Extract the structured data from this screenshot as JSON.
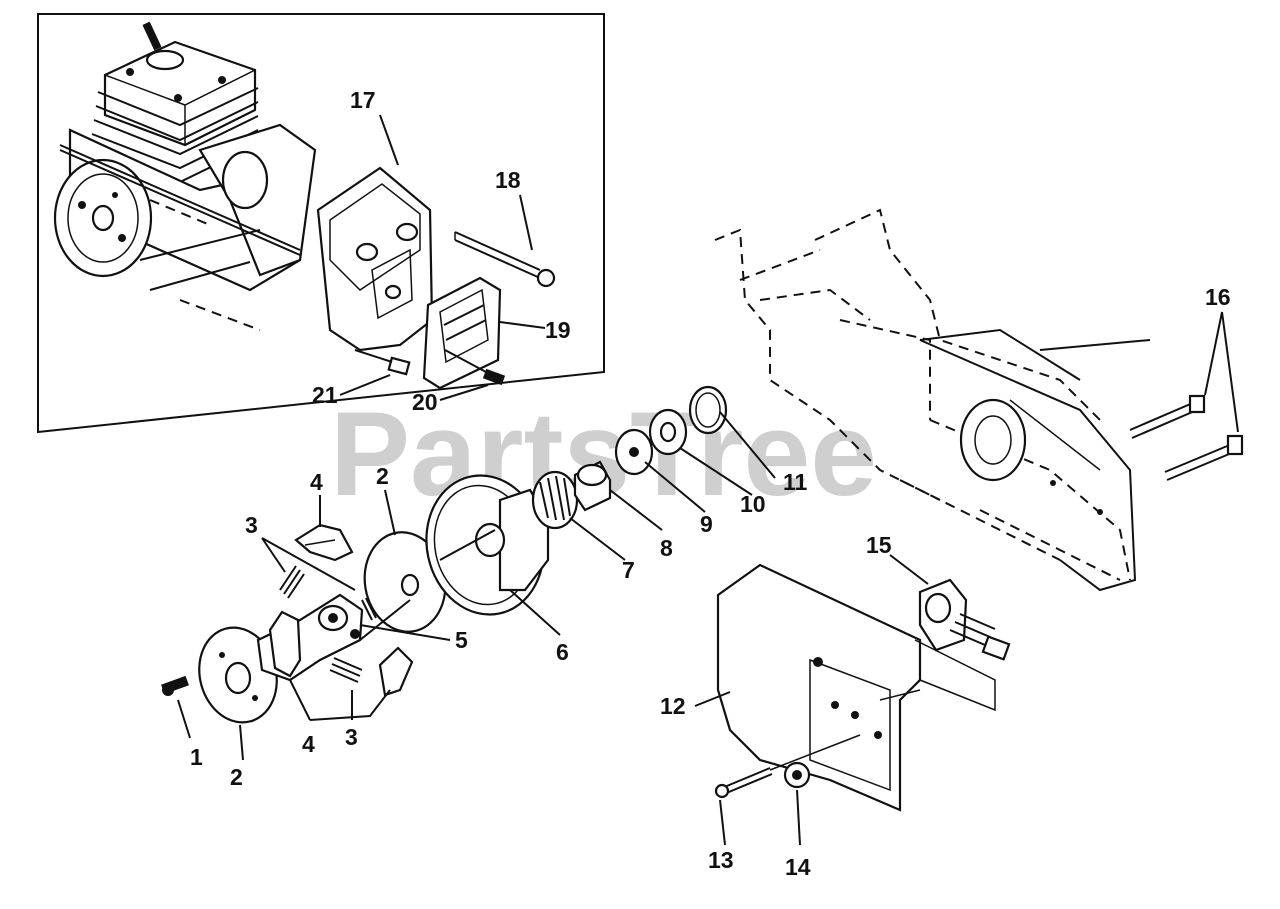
{
  "watermark": "PartsTree",
  "callouts": [
    {
      "id": "c1",
      "text": "1"
    },
    {
      "id": "c2a",
      "text": "2"
    },
    {
      "id": "c2b",
      "text": "2"
    },
    {
      "id": "c3a",
      "text": "3"
    },
    {
      "id": "c3b",
      "text": "3"
    },
    {
      "id": "c4a",
      "text": "4"
    },
    {
      "id": "c4b",
      "text": "4"
    },
    {
      "id": "c5",
      "text": "5"
    },
    {
      "id": "c6",
      "text": "6"
    },
    {
      "id": "c7",
      "text": "7"
    },
    {
      "id": "c8",
      "text": "8"
    },
    {
      "id": "c9",
      "text": "9"
    },
    {
      "id": "c10",
      "text": "10"
    },
    {
      "id": "c11",
      "text": "11"
    },
    {
      "id": "c12",
      "text": "12"
    },
    {
      "id": "c13",
      "text": "13"
    },
    {
      "id": "c14",
      "text": "14"
    },
    {
      "id": "c15",
      "text": "15"
    },
    {
      "id": "c16",
      "text": "16"
    },
    {
      "id": "c17",
      "text": "17"
    },
    {
      "id": "c18",
      "text": "18"
    },
    {
      "id": "c19",
      "text": "19"
    },
    {
      "id": "c20",
      "text": "20"
    },
    {
      "id": "c21",
      "text": "21"
    }
  ]
}
